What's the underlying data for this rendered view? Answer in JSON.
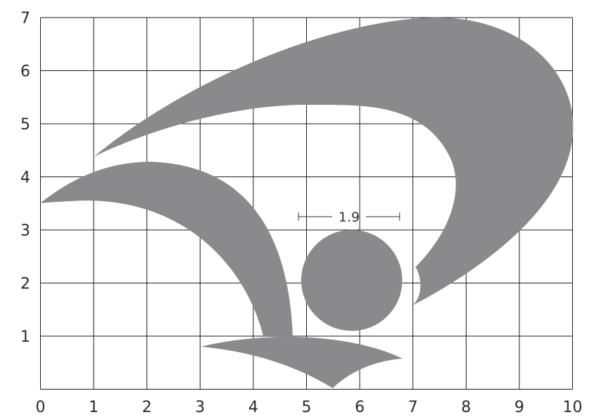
{
  "colors": {
    "shape_fill": "#8a8a8d",
    "grid_line": "#1a1a1a",
    "label": "#2b2b2b"
  },
  "axes": {
    "x_ticks": [
      "0",
      "1",
      "2",
      "3",
      "4",
      "5",
      "6",
      "7",
      "8",
      "9",
      "10"
    ],
    "y_ticks": [
      "1",
      "2",
      "3",
      "4",
      "5",
      "6",
      "7"
    ],
    "x_range": [
      0,
      10
    ],
    "y_range": [
      0,
      7
    ],
    "grid": true
  },
  "dimension": {
    "label": "1.9",
    "from_x": 4.85,
    "to_x": 6.75,
    "at_y": 3.25
  },
  "shapes": [
    {
      "name": "upper-swoosh-shape",
      "kind": "crescent"
    },
    {
      "name": "left-swoosh-shape",
      "kind": "crescent"
    },
    {
      "name": "bottom-wedge-shape",
      "kind": "wedge"
    },
    {
      "name": "center-circle-shape",
      "kind": "circle",
      "center": [
        5.85,
        2.05
      ],
      "radius": 0.95
    }
  ]
}
